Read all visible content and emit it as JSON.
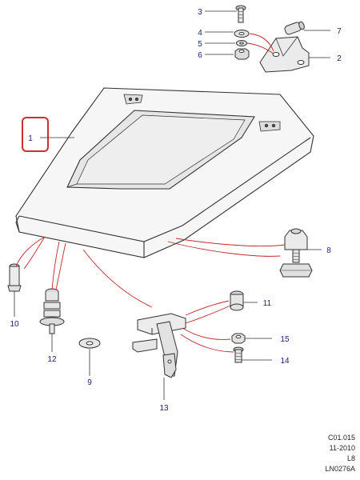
{
  "callouts": {
    "c1": "1",
    "c2": "2",
    "c3": "3",
    "c4": "4",
    "c5": "5",
    "c6": "6",
    "c7": "7",
    "c8": "8",
    "c9": "9",
    "c10": "10",
    "c11": "11",
    "c12": "12",
    "c13": "13",
    "c14": "14",
    "c15": "15"
  },
  "footer": {
    "ref": "C01.015",
    "date": "11-2010",
    "code": "L8",
    "drawing_id": "LN0276A"
  },
  "colors": {
    "callout_text": "#1a237e",
    "leader_red": "#c62828",
    "highlight_box": "#d32f2f",
    "part_stroke": "#333333",
    "part_fill": "#f2f2f2"
  }
}
